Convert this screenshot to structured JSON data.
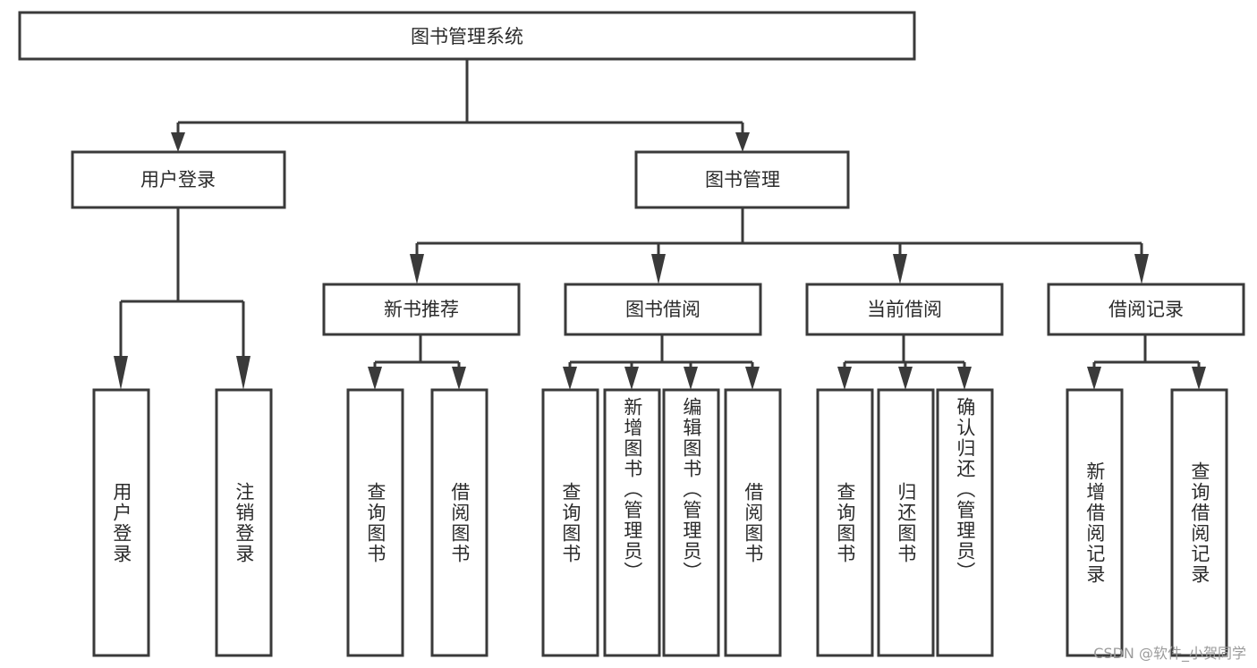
{
  "diagram": {
    "title": "图书管理系统",
    "type": "tree",
    "watermark": "CSDN @软件_小贺同学",
    "root": {
      "id": "root",
      "label": "图书管理系统",
      "level": 0
    },
    "level2": [
      {
        "id": "user-login",
        "label": "用户登录",
        "level": 1
      },
      {
        "id": "book-manage",
        "label": "图书管理",
        "level": 1
      }
    ],
    "level3": [
      {
        "id": "new-book-rec",
        "label": "新书推荐",
        "level": 2,
        "parent": "book-manage"
      },
      {
        "id": "book-borrow",
        "label": "图书借阅",
        "level": 2,
        "parent": "book-manage"
      },
      {
        "id": "current-borrow",
        "label": "当前借阅",
        "level": 2,
        "parent": "book-manage"
      },
      {
        "id": "borrow-record",
        "label": "借阅记录",
        "level": 2,
        "parent": "book-manage"
      }
    ],
    "leaves": [
      {
        "id": "leaf-user-login",
        "label": "用户登录",
        "parent": "user-login"
      },
      {
        "id": "leaf-user-logout",
        "label": "注销登录",
        "parent": "user-login"
      },
      {
        "id": "leaf-query-book-1",
        "label": "查询图书",
        "parent": "new-book-rec"
      },
      {
        "id": "leaf-borrow-book-1",
        "label": "借阅图书",
        "parent": "new-book-rec"
      },
      {
        "id": "leaf-query-book-2",
        "label": "查询图书",
        "parent": "book-borrow"
      },
      {
        "id": "leaf-add-book",
        "label": "新增图书（管理员）",
        "parent": "book-borrow"
      },
      {
        "id": "leaf-edit-book",
        "label": "编辑图书（管理员）",
        "parent": "book-borrow"
      },
      {
        "id": "leaf-borrow-book-2",
        "label": "借阅图书",
        "parent": "book-borrow"
      },
      {
        "id": "leaf-query-book-3",
        "label": "查询图书",
        "parent": "current-borrow"
      },
      {
        "id": "leaf-return-book",
        "label": "归还图书",
        "parent": "current-borrow"
      },
      {
        "id": "leaf-confirm-return",
        "label": "确认归还（管理员）",
        "parent": "current-borrow"
      },
      {
        "id": "leaf-add-record",
        "label": "新增借阅记录",
        "parent": "borrow-record"
      },
      {
        "id": "leaf-query-record",
        "label": "查询借阅记录",
        "parent": "borrow-record"
      }
    ],
    "colors": {
      "stroke": "#3a3a3a",
      "fill": "#ffffff",
      "text": "#2b2b2b",
      "watermark": "#9b9b9b"
    }
  }
}
